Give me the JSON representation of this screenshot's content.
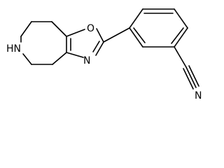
{
  "molecule": {
    "atom_labels": {
      "ring_oxygen": "O",
      "ring_nitrogen": "N",
      "amine": "HN",
      "nitrile_nitrogen": "N"
    }
  }
}
